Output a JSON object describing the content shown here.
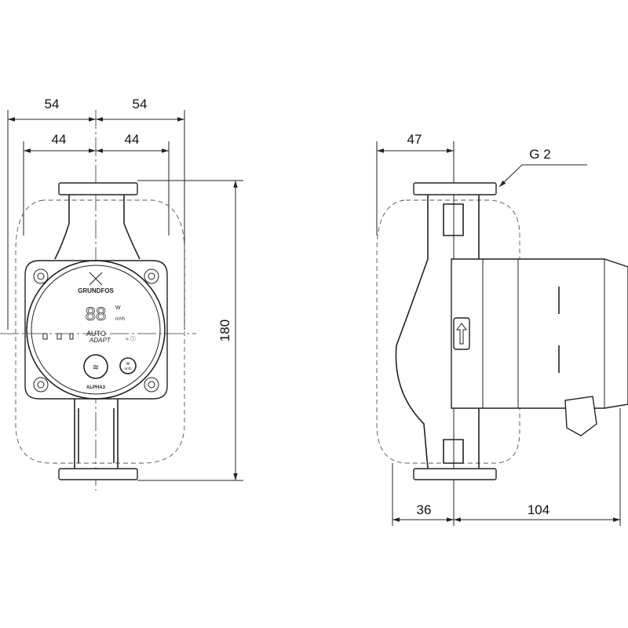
{
  "front_view": {
    "dims": {
      "outer_left": "54",
      "outer_right": "54",
      "inner_left": "44",
      "inner_right": "44",
      "height": "180"
    },
    "panel": {
      "brand": "GRUNDFOS",
      "display": "88",
      "unit_power": "W",
      "unit_flow": "m³/h",
      "mode_auto": "AUTO",
      "mode_adapt": "ADAPT",
      "button_unit_top": "W",
      "button_unit_bottom": "m³/h",
      "model": "ALPHA3"
    }
  },
  "side_view": {
    "dims": {
      "inlet_offset": "47",
      "bottom_left": "36",
      "bottom_right": "104"
    },
    "thread_label": "G 2"
  }
}
